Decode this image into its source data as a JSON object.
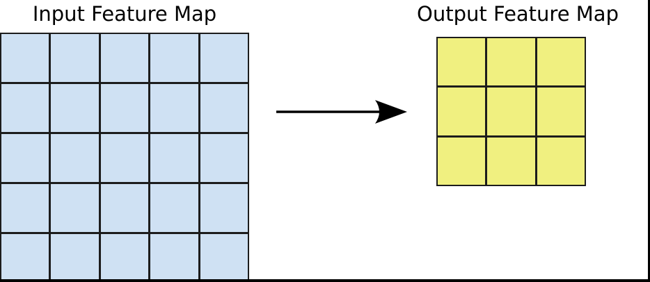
{
  "diagram": {
    "background": "#ffffff",
    "frame_color": "#000000",
    "input_map": {
      "title": "Input Feature Map",
      "rows": 5,
      "cols": 5,
      "cell_color": "#cfe1f3",
      "line_color": "#1c1c1c"
    },
    "output_map": {
      "title": "Output Feature Map",
      "rows": 3,
      "cols": 3,
      "cell_color": "#f0f080",
      "line_color": "#1c1c1c"
    },
    "arrow": {
      "direction": "right",
      "color": "#000000"
    }
  }
}
